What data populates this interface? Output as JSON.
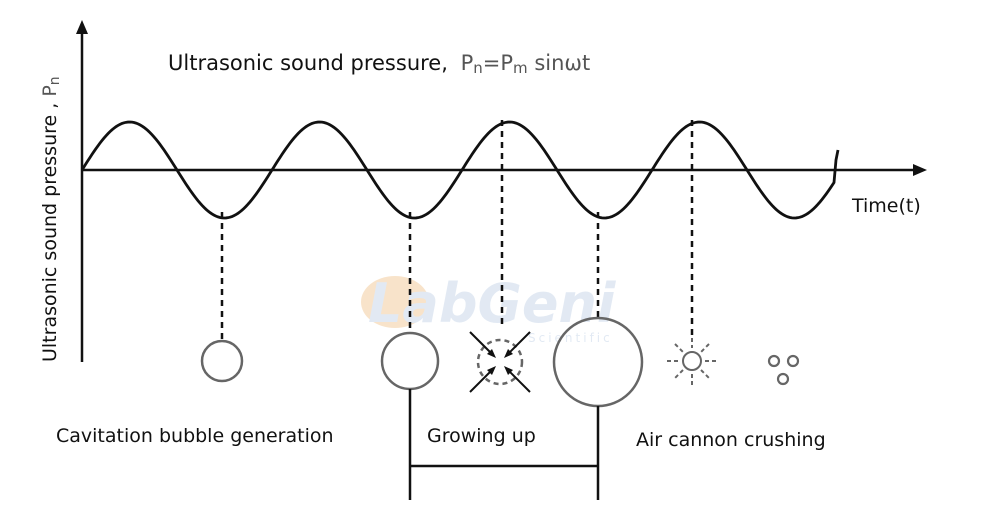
{
  "title": {
    "text": "Ultrasonic sound pressure,",
    "formula_lhs": "P",
    "formula_lhs_sub": "n",
    "formula_eq": "=P",
    "formula_rhs_sub": "m",
    "formula_tail": " sinωt"
  },
  "y_axis": {
    "label": "Ultrasonic sound pressure",
    "separator": " , ",
    "symbol": "P",
    "symbol_sub": "n"
  },
  "x_axis": {
    "label": "Time(t)"
  },
  "stages": [
    {
      "label": "Cavitation bubble generation"
    },
    {
      "label": "Growing up"
    },
    {
      "label": "Air cannon crushing"
    }
  ],
  "watermark": {
    "text": "LabGeni",
    "subtext": "Scientific"
  },
  "colors": {
    "line": "#111111",
    "bubble": "#666666",
    "watermark_orange": "#f5d2a8",
    "watermark_blue": "#cfdcec"
  }
}
